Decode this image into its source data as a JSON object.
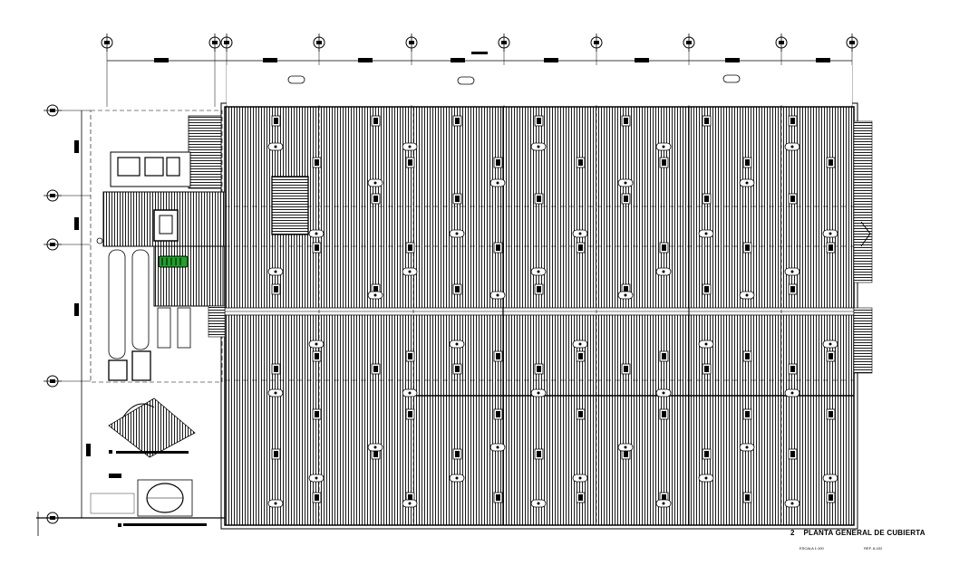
{
  "drawing": {
    "title_number": "2",
    "title": "PLANTA GENERAL DE CUBIERTA",
    "scale_note": "ESCALA 1:100",
    "sheet_ref": "REF. A-102"
  },
  "colors": {
    "ink": "#000000",
    "paper": "#ffffff",
    "accent_equipment": "#1fa02a"
  }
}
